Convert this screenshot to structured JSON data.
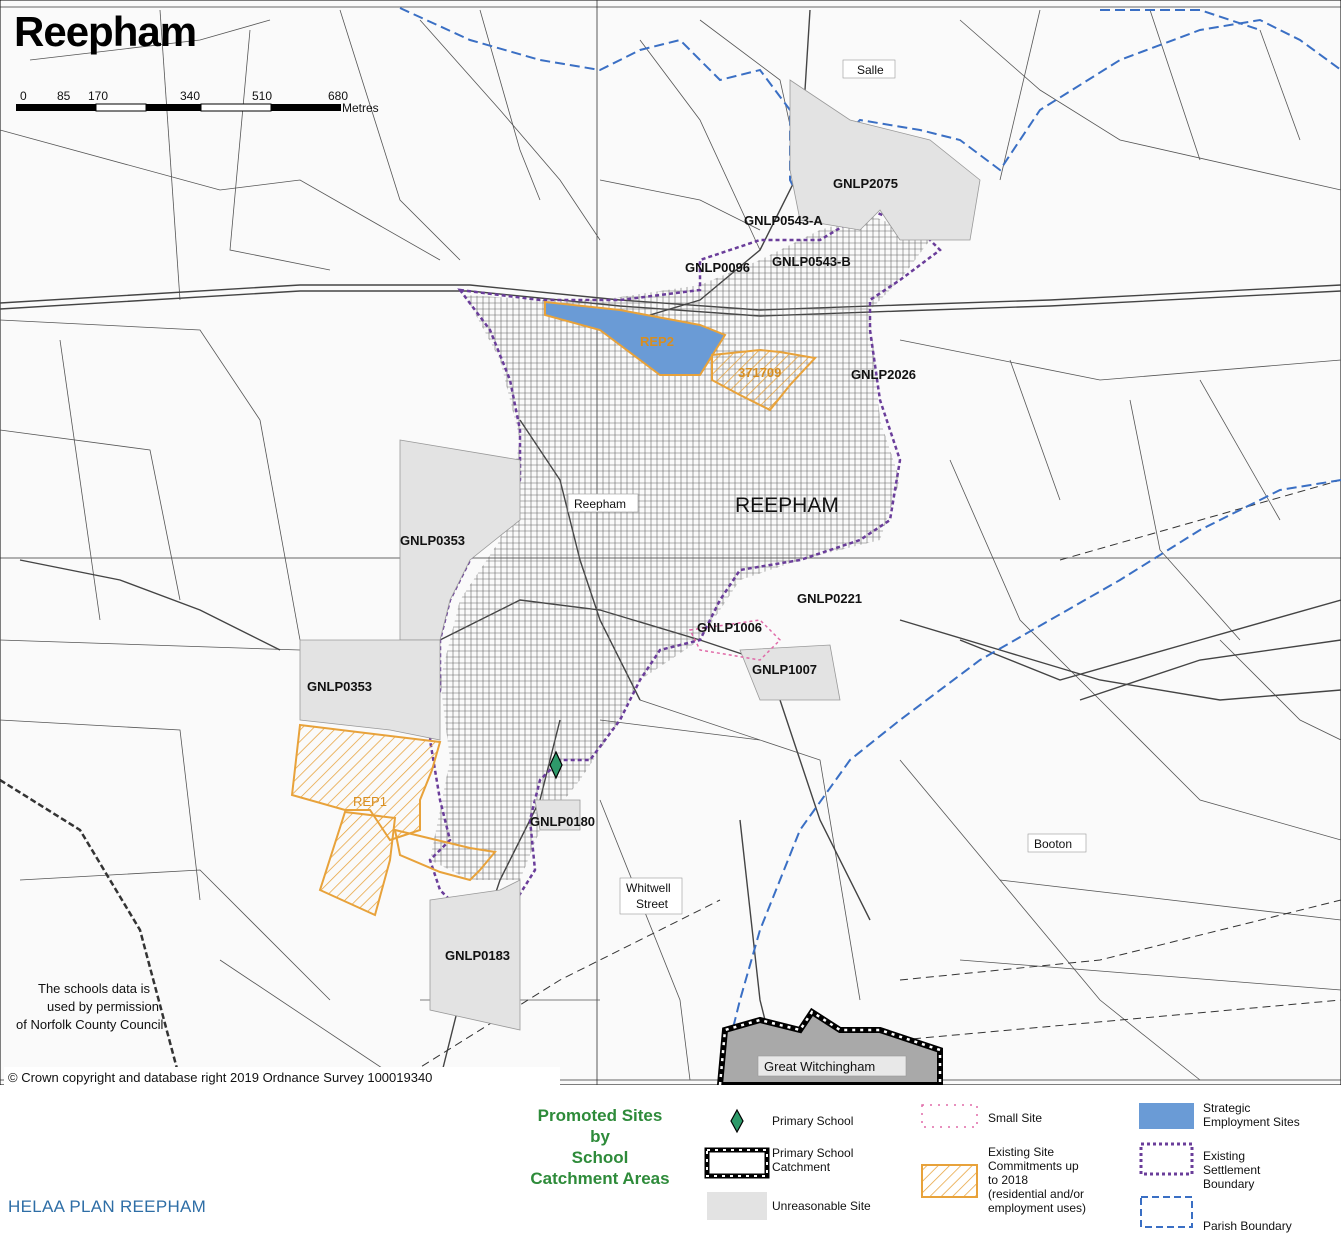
{
  "map": {
    "title": "Reepham",
    "scale": {
      "ticks": [
        "0",
        "85",
        "170",
        "340",
        "510",
        "680"
      ],
      "unit": "Metres"
    },
    "place_labels": {
      "salle": "Salle",
      "reepham_road": "Reepham",
      "reepham_town": "REEPHAM",
      "whitwell": "Whitwell",
      "street": "Street",
      "booton": "Booton",
      "great_witchingham": "Great Witchingham"
    },
    "sites": {
      "gnlp2075": "GNLP2075",
      "gnlp0543a": "GNLP0543-A",
      "gnlp0096": "GNLP0096",
      "gnlp0543b": "GNLP0543-B",
      "rep2": "REP2",
      "s371709": "371709",
      "gnlp2026": "GNLP2026",
      "gnlp0353_north": "GNLP0353",
      "gnlp0221": "GNLP0221",
      "gnlp1006": "GNLP1006",
      "gnlp1007": "GNLP1007",
      "gnlp0353_south": "GNLP0353",
      "rep1": "REP1",
      "gnlp0180": "GNLP0180",
      "gnlp0183": "GNLP0183"
    },
    "schools_note": [
      "The schools data is",
      "used by permission",
      "of Norfolk County Council"
    ],
    "copyright": "© Crown copyright and database right 2019 Ordnance Survey 100019340"
  },
  "legend": {
    "title": [
      "Promoted Sites",
      "by",
      "School",
      "Catchment Areas"
    ],
    "items": {
      "primary_school": "Primary School",
      "catchment": [
        "Primary School",
        "Catchment"
      ],
      "unreasonable": "Unreasonable Site",
      "small_site": "Small Site",
      "commitments": [
        "Existing Site",
        "Commitments up",
        "to 2018",
        "(residential and/or",
        "employment uses)"
      ],
      "strategic": [
        "Strategic",
        "Employment Sites"
      ],
      "settlement": [
        "Existing",
        "Settlement",
        "Boundary"
      ],
      "parish": "Parish Boundary"
    },
    "colors": {
      "title_green": "#2e8b3a",
      "strategic_blue": "#6a9bd6",
      "unreasonable_grey": "#e3e3e3",
      "commitment_orange": "#e8a23a",
      "settlement_purple": "#6a3d9a",
      "parish_blue": "#3a6fc4",
      "small_site_pink": "#e06aa8",
      "school_green": "#2e9a6a"
    }
  },
  "caption": "HELAA PLAN REEPHAM"
}
